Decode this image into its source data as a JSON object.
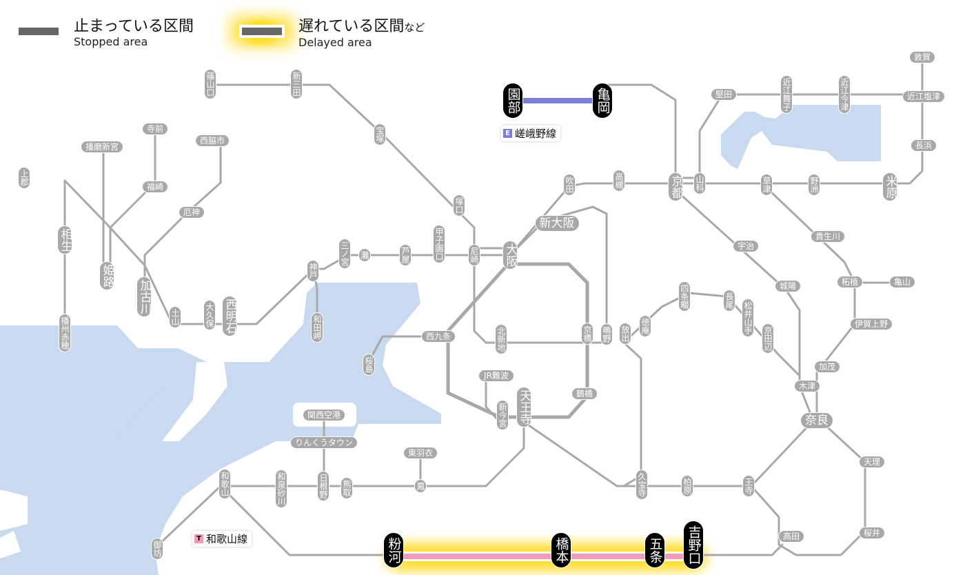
{
  "legend": {
    "stopped": {
      "jp": "止まっている区間",
      "en": "Stopped area"
    },
    "delayed": {
      "jp": "遅れている区間",
      "jp_suffix": "など",
      "en": "Delayed area"
    }
  },
  "colors": {
    "track": "#a8a8a8",
    "station_bg": "#a8a8a8",
    "water": "#c9d9f0",
    "sagano": "#7b7fd9",
    "wakayama": "#f49bb8",
    "delay_glow": "#ffd700",
    "affected_station_bg": "#000000"
  },
  "line_tags": [
    {
      "badge": "E",
      "name": "嵯峨野線",
      "color": "#7b7fd9"
    },
    {
      "badge": "T",
      "name": "和歌山線",
      "color": "#f49bb8"
    }
  ],
  "stations": [
    {
      "id": "sasayamaguchi",
      "name": "篠山口"
    },
    {
      "id": "shinsanda",
      "name": "新三田"
    },
    {
      "id": "takarazuka",
      "name": "宝塚"
    },
    {
      "id": "tsukaguchi",
      "name": "塚口"
    },
    {
      "id": "teramae",
      "name": "寺前"
    },
    {
      "id": "harimashingu",
      "name": "播磨新宮"
    },
    {
      "id": "nishiwakishi",
      "name": "西脇市"
    },
    {
      "id": "kamigori",
      "name": "上郡"
    },
    {
      "id": "fukusaki",
      "name": "福崎"
    },
    {
      "id": "yakujin",
      "name": "厄神"
    },
    {
      "id": "aioi",
      "name": "相生"
    },
    {
      "id": "himeji",
      "name": "姫路"
    },
    {
      "id": "kakogawa",
      "name": "加古川"
    },
    {
      "id": "banshuako",
      "name": "播州赤穂"
    },
    {
      "id": "doyama",
      "name": "土山"
    },
    {
      "id": "okubo",
      "name": "大久保"
    },
    {
      "id": "nishiakashi",
      "name": "西明石"
    },
    {
      "id": "kobe",
      "name": "神戸"
    },
    {
      "id": "wadamisaki",
      "name": "和田岬"
    },
    {
      "id": "sannomiya",
      "name": "三ノ宮"
    },
    {
      "id": "nada",
      "name": "灘"
    },
    {
      "id": "ashiya",
      "name": "芦屋"
    },
    {
      "id": "koshienguchi",
      "name": "甲子園口"
    },
    {
      "id": "amagasaki",
      "name": "尼崎"
    },
    {
      "id": "osaka",
      "name": "大阪"
    },
    {
      "id": "shinosaka",
      "name": "新大阪"
    },
    {
      "id": "suita",
      "name": "吹田"
    },
    {
      "id": "takatsuki",
      "name": "高槻"
    },
    {
      "id": "kyoto",
      "name": "京都"
    },
    {
      "id": "yamashina",
      "name": "山科"
    },
    {
      "id": "katata",
      "name": "堅田"
    },
    {
      "id": "omimaiko",
      "name": "近江舞子"
    },
    {
      "id": "omiimazu",
      "name": "近江今津"
    },
    {
      "id": "omishiotsu",
      "name": "近江塩津"
    },
    {
      "id": "tsuruga",
      "name": "敦賀"
    },
    {
      "id": "nagahama",
      "name": "長浜"
    },
    {
      "id": "maibara",
      "name": "米原"
    },
    {
      "id": "kusatsu",
      "name": "草津"
    },
    {
      "id": "yasu",
      "name": "野洲"
    },
    {
      "id": "uji",
      "name": "宇治"
    },
    {
      "id": "joyo",
      "name": "城陽"
    },
    {
      "id": "kibukawa",
      "name": "貴生川"
    },
    {
      "id": "tsuge",
      "name": "柘植"
    },
    {
      "id": "kameyama",
      "name": "亀山"
    },
    {
      "id": "igaueno",
      "name": "伊賀上野"
    },
    {
      "id": "kamo",
      "name": "加茂"
    },
    {
      "id": "kizu",
      "name": "木津"
    },
    {
      "id": "nara",
      "name": "奈良"
    },
    {
      "id": "tenri",
      "name": "天理"
    },
    {
      "id": "sakurai",
      "name": "桜井"
    },
    {
      "id": "takada",
      "name": "高田"
    },
    {
      "id": "oji",
      "name": "王寺"
    },
    {
      "id": "kashiwara",
      "name": "柏原"
    },
    {
      "id": "kyuhoji",
      "name": "久宝寺"
    },
    {
      "id": "nishikujo",
      "name": "西九条"
    },
    {
      "id": "sakurajima",
      "name": "桜島"
    },
    {
      "id": "kitashinchi",
      "name": "北新地"
    },
    {
      "id": "kyobashi",
      "name": "京橋"
    },
    {
      "id": "shigino",
      "name": "鴫野"
    },
    {
      "id": "hanaten",
      "name": "放出"
    },
    {
      "id": "tokuan",
      "name": "徳庵"
    },
    {
      "id": "shijonawate",
      "name": "四条畷"
    },
    {
      "id": "nagao",
      "name": "長尾"
    },
    {
      "id": "matsuiyamate",
      "name": "松井山手"
    },
    {
      "id": "kyotanabe",
      "name": "京田辺"
    },
    {
      "id": "tsuruhashi",
      "name": "鶴橋"
    },
    {
      "id": "jrnamba",
      "name": "JR難波"
    },
    {
      "id": "imamiya",
      "name": "新今宮"
    },
    {
      "id": "tennoji",
      "name": "天王寺"
    },
    {
      "id": "kansaiairport",
      "name": "関西空港"
    },
    {
      "id": "rinkutown",
      "name": "りんくうタウン"
    },
    {
      "id": "higashihagoromo",
      "name": "東羽衣"
    },
    {
      "id": "otori",
      "name": "鳳"
    },
    {
      "id": "kumatori",
      "name": "熊取"
    },
    {
      "id": "hineno",
      "name": "日根野"
    },
    {
      "id": "izumisunagawa",
      "name": "和泉砂川"
    },
    {
      "id": "wakayama",
      "name": "和歌山"
    },
    {
      "id": "gobo",
      "name": "御坊"
    },
    {
      "id": "sonobe",
      "name": "園部",
      "affected": true
    },
    {
      "id": "kameoka",
      "name": "亀岡",
      "affected": true
    },
    {
      "id": "kokawa",
      "name": "粉河",
      "affected": true
    },
    {
      "id": "hashimoto",
      "name": "橋本",
      "affected": true
    },
    {
      "id": "gojo",
      "name": "五条",
      "affected": true
    },
    {
      "id": "yoshinoguchi",
      "name": "吉野口",
      "affected": true
    }
  ]
}
